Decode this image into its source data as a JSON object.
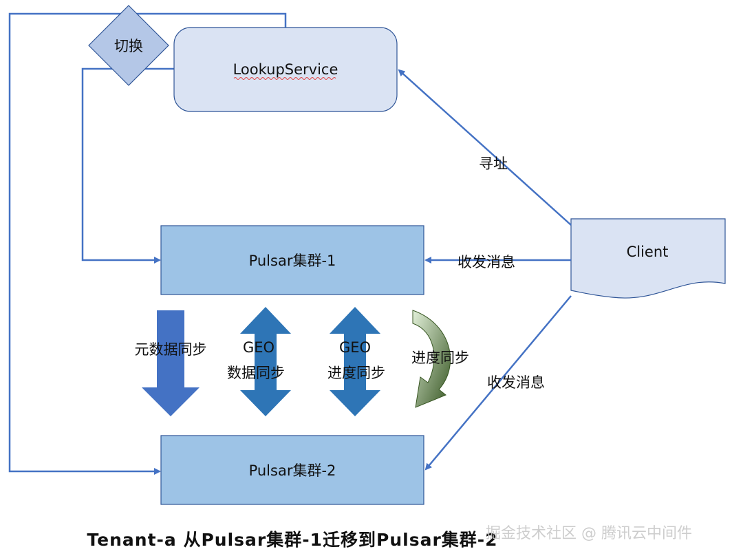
{
  "nodes": {
    "lookup_service": "LookupService",
    "switch_diamond": "切换",
    "client": "Client",
    "cluster1": "Pulsar集群-1",
    "cluster2": "Pulsar集群-2"
  },
  "edges": {
    "addressing": "寻址",
    "send_receive_1": "收发消息",
    "send_receive_2": "收发消息"
  },
  "sync": {
    "metadata": "元数据同步",
    "geo_data_line1": "GEO",
    "geo_data_line2": "数据同步",
    "geo_progress_line1": "GEO",
    "geo_progress_line2": "进度同步",
    "progress": "进度同步"
  },
  "caption": "Tenant-a 从Pulsar集群-1迁移到Pulsar集群-2",
  "watermark": "掘金技术社区 @ 腾讯云中间件",
  "colors": {
    "line": "#4472c4",
    "lookup_fill": "#dae3f3",
    "client_fill": "#dae3f3",
    "cluster_fill": "#9dc3e6",
    "diamond_fill": "#b4c7e7",
    "arrow_blue": "#4472c4",
    "arrow_teal": "#2e75b6",
    "arrow_green": "#548235"
  }
}
